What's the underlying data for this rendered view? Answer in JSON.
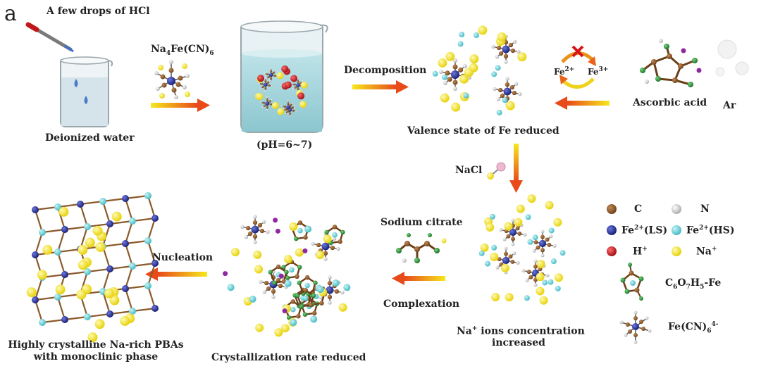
{
  "panel_letter": "a",
  "labels": {
    "hcl": "A few drops of HCl",
    "deionized_water": "Deionized water",
    "na4fecn6_base": "Na",
    "na4fecn6_sub4": "4",
    "na4fecn6_mid": "Fe(CN)",
    "na4fecn6_sub6": "6",
    "ph": "(pH=6~7)",
    "decomposition": "Decomposition",
    "valence": "Valence state of Fe reduced",
    "fe2_base": "Fe",
    "fe2_sup": "2+",
    "fe3_base": "Fe",
    "fe3_sup": "3+",
    "ascorbic_acid": "Ascorbic acid",
    "ar": "Ar",
    "nacl": "NaCl",
    "na_ions_base": "Na",
    "na_ions_sup": "+",
    "na_ions_rest": " ions concentration",
    "na_ions_line2": "increased",
    "sodium_citrate": "Sodium citrate",
    "complexation": "Complexation",
    "crystallization": "Crystallization rate reduced",
    "nucleation": "Nucleation",
    "pba_line1": "Highly crystalline Na-rich PBAs",
    "pba_line2": "with monoclinic phase"
  },
  "legend": {
    "c": "C",
    "n": "N",
    "fe_ls_base": "Fe",
    "fe_ls_sup": "2+",
    "fe_ls_rest": "(LS)",
    "fe_hs_base": "Fe",
    "fe_hs_sup": "2+",
    "fe_hs_rest": "(HS)",
    "h_base": "H",
    "h_sup": "+",
    "na_base": "Na",
    "na_sup": "+",
    "citrate_c": "C",
    "citrate_c_sub": "6",
    "citrate_o": "O",
    "citrate_o_sub": "7",
    "citrate_h": "H",
    "citrate_h_sub": "5",
    "citrate_rest": "-Fe",
    "fecn_base": "Fe(CN)",
    "fecn_sub": "6",
    "fecn_sup": "4-"
  },
  "colors": {
    "carbon": "#8b5a2b",
    "nitrogen": "#e8e8e8",
    "fe_ls": "#1f2a8c",
    "fe_hs": "#5fd0d8",
    "hydrogen": "#c0141b",
    "sodium": "#f2e21a",
    "oxygen_green": "#2e8b3a",
    "arrow_start": "#f5e11a",
    "arrow_end": "#e8431a"
  }
}
